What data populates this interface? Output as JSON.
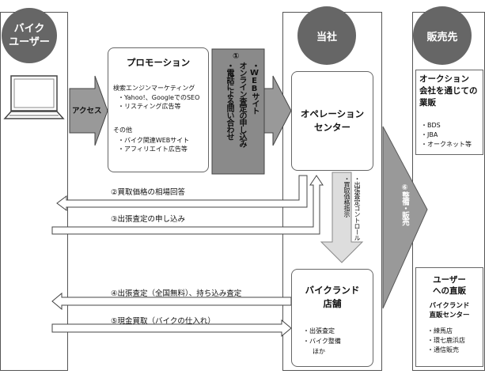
{
  "actors": {
    "user": "バイク\nユーザー",
    "company": "当社",
    "buyer": "販売先"
  },
  "promotion": {
    "title": "プロモーション",
    "sec1_title": "検索エンジンマーケティング",
    "sec1_items": [
      "・Yahoo!、GoogleでのSEO",
      "・リスティング広告等"
    ],
    "sec2_title": "その他",
    "sec2_items": [
      "・バイク関連WEBサイト",
      "・アフィリエイト広告等"
    ]
  },
  "access_label": "アクセス",
  "inquiry": {
    "number": "①",
    "line1": "・WEBサイト",
    "line2": "オンライン査定の申し込み",
    "line3": "・電話による問い合わせ"
  },
  "operation_center": "オペレーション\nセンター",
  "dispatch": {
    "line1": "・出張査定コントロール",
    "line2": "・買取価格指示"
  },
  "store": {
    "title": "バイクランド\n店舗",
    "items": [
      "・出張査定",
      "・バイク整備",
      "ほか"
    ]
  },
  "sales_arrow": "⑥整備・販売",
  "auction": {
    "title": "オークション\n会社を通じての\n業販",
    "items": [
      "・BDS",
      "・JBA",
      "・オークネット等"
    ]
  },
  "direct": {
    "title": "ユーザー\nへの直販",
    "subtitle": "バイクランド\n直販センター",
    "items": [
      "・練馬店",
      "・環七鹿浜店",
      "・通信販売"
    ]
  },
  "flows": {
    "f2": "②買取価格の相場回答",
    "f3": "③出張査定の申し込み",
    "f4": "④出張査定（全国無料）、持ち込み査定",
    "f5": "⑤現金買取（バイクの仕入れ）"
  }
}
